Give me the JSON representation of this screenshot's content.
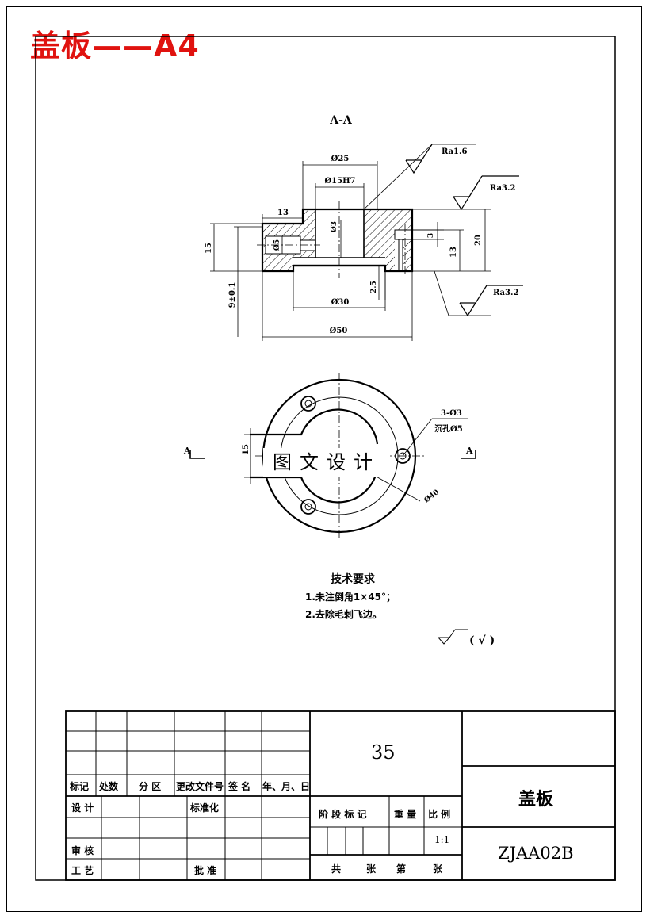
{
  "sheet_title": "盖板——A4",
  "section_label": "A-A",
  "dimensions": {
    "d25": "Ø25",
    "d15h7": "Ø15H7",
    "d13": "13",
    "d15": "15",
    "d9": "9±0.1",
    "d3hole": "Ø3",
    "d5hole": "Ø5",
    "d3": "3",
    "d13v": "13",
    "d20": "20",
    "d25v": "2.5",
    "d30": "Ø30",
    "d50": "Ø50",
    "d15plan": "15",
    "d40": "Ø40",
    "holes": "3-Ø3",
    "counterbore": "沉孔Ø5"
  },
  "roughness": {
    "ra16": "Ra1.6",
    "ra32a": "Ra3.2",
    "ra32b": "Ra3.2",
    "general": "( √ )"
  },
  "section_marks": {
    "left": "A",
    "right": "A"
  },
  "watermark": "图文设计",
  "tech_requirements": {
    "heading": "技术要求",
    "items": [
      "1.未注倒角1×45°；",
      "2.去除毛刺飞边。"
    ]
  },
  "title_block": {
    "material": "35",
    "part_name": "盖板",
    "drawing_no": "ZJAA02B",
    "scale": "1:1",
    "h_mark": "标记",
    "h_count": "处数",
    "h_zone": "分 区",
    "h_docno": "更改文件号",
    "h_sign": "签 名",
    "h_date": "年、月、日",
    "r_design": "设 计",
    "r_standard": "标准化",
    "r_review": "审 核",
    "r_process": "工 艺",
    "r_approve": "批 准",
    "stage": "阶 段 标 记",
    "weight": "重 量",
    "ratio": "比 例",
    "total": "共",
    "sheets1": "张",
    "nth": "第",
    "sheets2": "张"
  }
}
